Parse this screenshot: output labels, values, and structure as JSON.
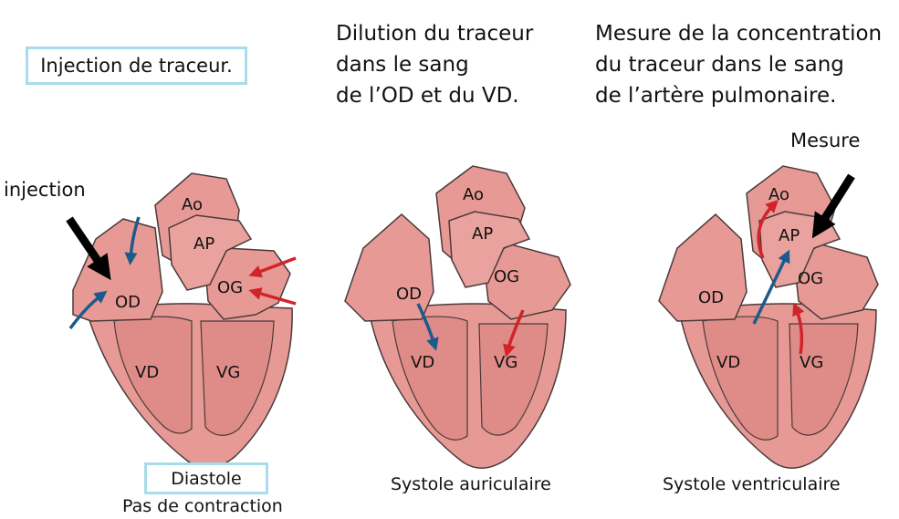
{
  "texts": {
    "injection_box": "Injection de traceur.",
    "dilution": "Dilution du traceur\ndans le sang\nde l’OD et du VD.",
    "measure": "Mesure de la concentration\ndu traceur dans le sang\nde l’artère pulmonaire.",
    "mesure_label": "Mesure",
    "injection_label": "injection"
  },
  "captions": {
    "diastole": "Diastole",
    "pas_contraction": "Pas de contraction",
    "systole_aur": "Systole auriculaire",
    "systole_vent": "Systole ventriculaire"
  },
  "hearts": [
    {
      "labels": {
        "ao": "Ao",
        "ap": "AP",
        "od": "OD",
        "og": "OG",
        "vd": "VD",
        "vg": "VG"
      }
    },
    {
      "labels": {
        "ao": "Ao",
        "ap": "AP",
        "od": "OD",
        "og": "OG",
        "vd": "VD",
        "vg": "VG"
      }
    },
    {
      "labels": {
        "ao": "Ao",
        "ap": "AP",
        "od": "OD",
        "og": "OG",
        "vd": "VD",
        "vg": "VG"
      }
    }
  ],
  "colors": {
    "accent_box": "#a8dcea",
    "heart_fill": "#e79a95",
    "heart_dark": "#d27f7a",
    "outline": "#4a3a3a",
    "venous_arrow": "#1d5a8c",
    "arterial_arrow": "#d1232a",
    "pointer_arrow": "#000000"
  }
}
